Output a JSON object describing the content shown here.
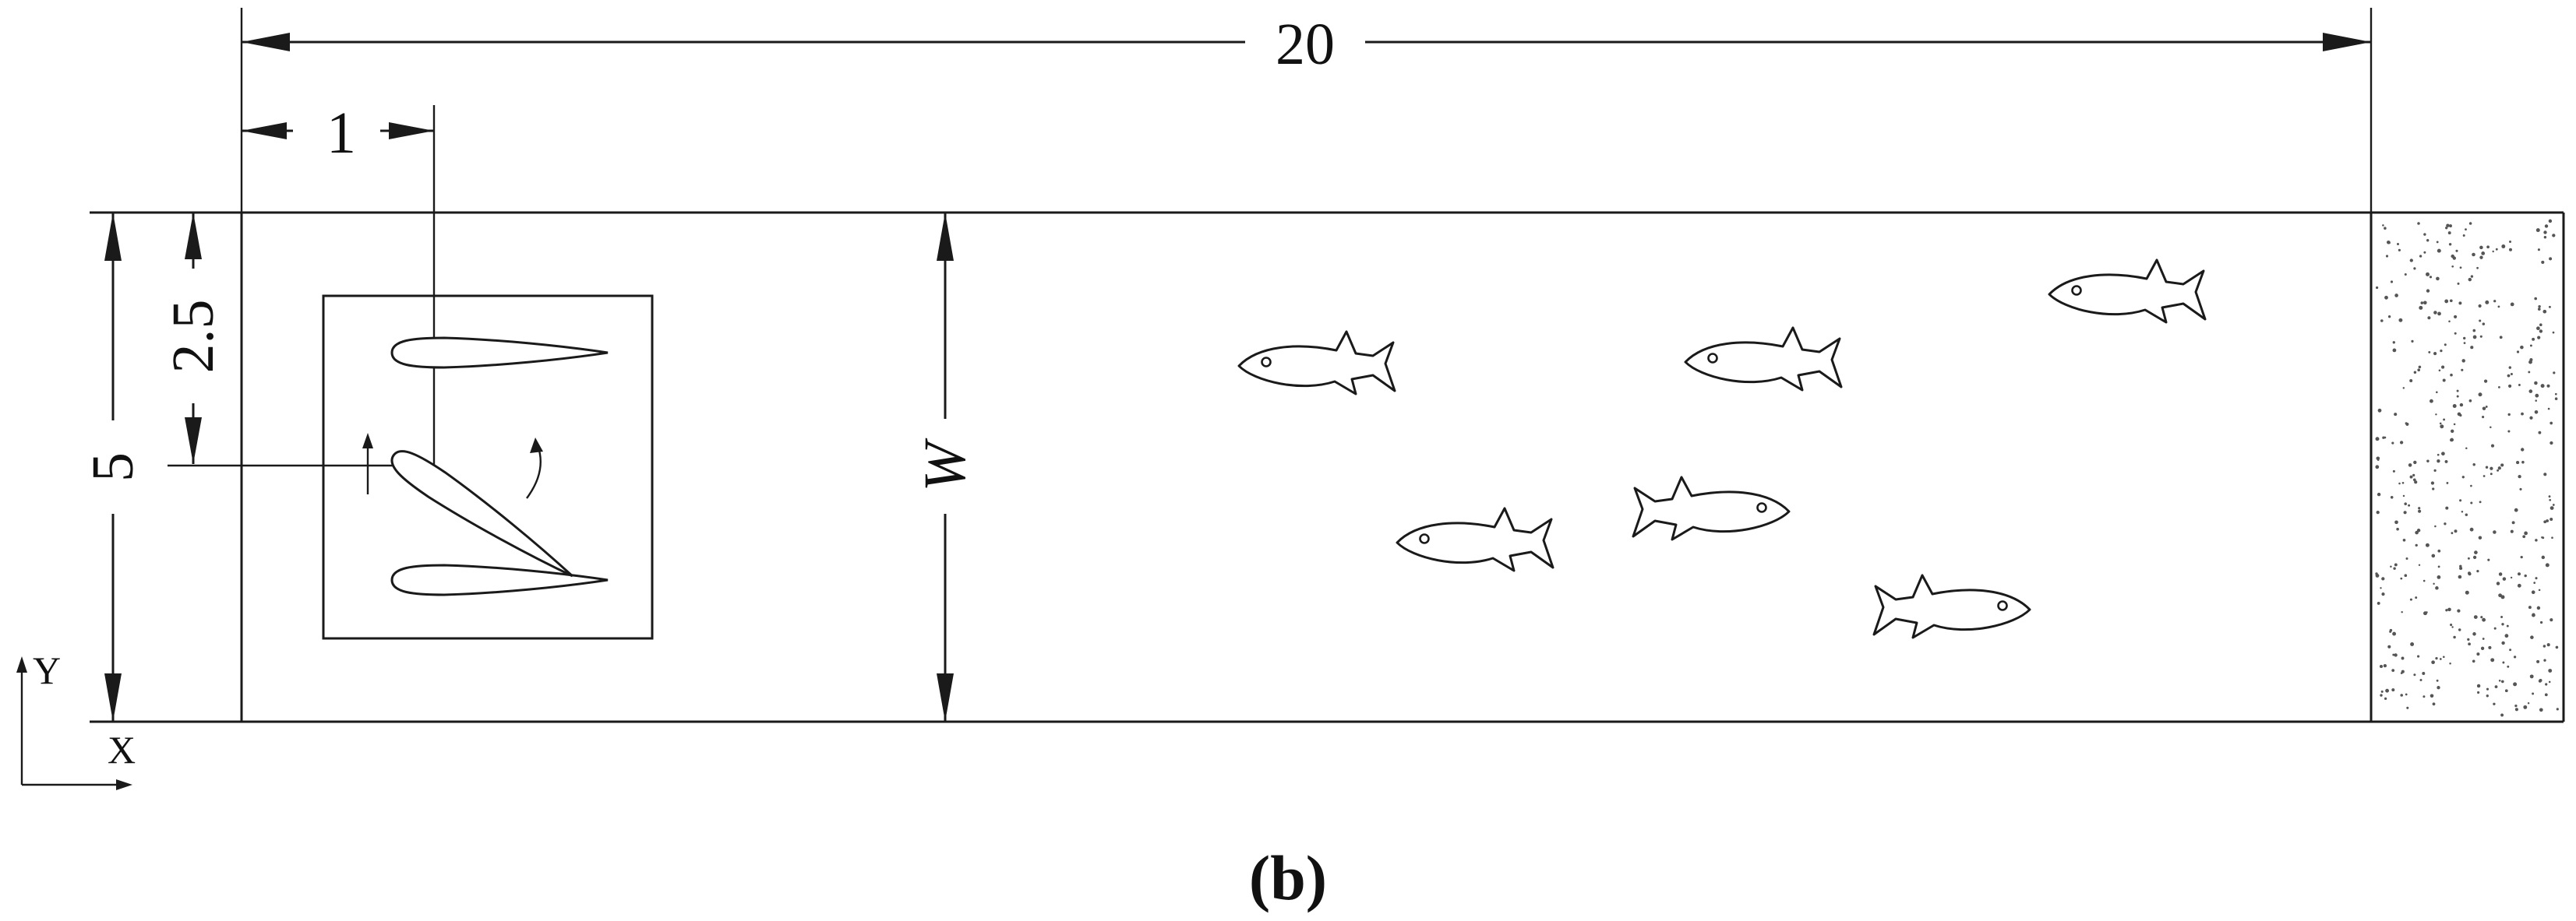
{
  "figure": {
    "caption": "(b)",
    "dimensions": {
      "length": "20",
      "offset_x": "1",
      "offset_y": "2.5",
      "width_total": "5",
      "width_symbol": "W"
    },
    "axes": {
      "x_label": "X",
      "y_label": "Y"
    },
    "fish_count": 6,
    "foil_count": 3,
    "colors": {
      "line": "#1a1a1a",
      "background": "#ffffff",
      "speckle": "#555555"
    }
  }
}
